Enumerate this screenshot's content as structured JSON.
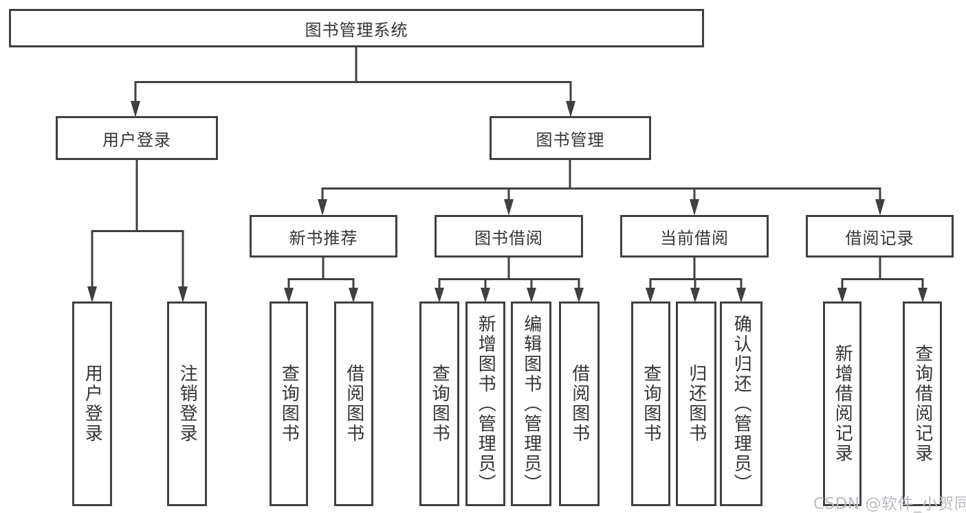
{
  "colors": {
    "line": "#3e4043",
    "box_border": "#3e4043",
    "text": "#343434",
    "background": "#ffffff",
    "watermark": "#b9bcc1"
  },
  "watermark": {
    "text": "CSDN @软件_小贺同学"
  },
  "tree": {
    "root": {
      "label": "图书管理系统"
    },
    "level2": [
      {
        "label": "用户登录",
        "leaves": [
          {
            "label": "用户登录"
          },
          {
            "label": "注销登录"
          }
        ]
      },
      {
        "label": "图书管理",
        "groups": [
          {
            "label": "新书推荐",
            "leaves": [
              {
                "label": "查询图书"
              },
              {
                "label": "借阅图书"
              }
            ]
          },
          {
            "label": "图书借阅",
            "leaves": [
              {
                "label": "查询图书"
              },
              {
                "label": "新增图书（管理员）"
              },
              {
                "label": "编辑图书（管理员）"
              },
              {
                "label": "借阅图书"
              }
            ]
          },
          {
            "label": "当前借阅",
            "leaves": [
              {
                "label": "查询图书"
              },
              {
                "label": "归还图书"
              },
              {
                "label": "确认归还（管理员）"
              }
            ]
          },
          {
            "label": "借阅记录",
            "leaves": [
              {
                "label": "新增借阅记录"
              },
              {
                "label": "查询借阅记录"
              }
            ]
          }
        ]
      }
    ]
  }
}
